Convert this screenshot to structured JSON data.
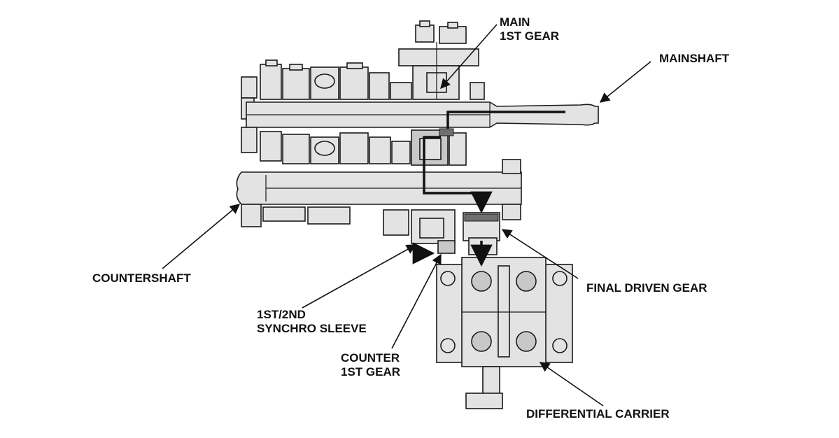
{
  "labels": {
    "main_1st_gear": [
      "MAIN",
      "1ST GEAR"
    ],
    "mainshaft": "MAINSHAFT",
    "countershaft": "COUNTERSHAFT",
    "final_driven_gear": "FINAL DRIVEN GEAR",
    "synchro_sleeve": [
      "1ST/2ND",
      "SYNCHRO SLEEVE"
    ],
    "counter_1st_gear": [
      "COUNTER",
      "1ST GEAR"
    ],
    "differential_carrier": "DIFFERENTIAL CARRIER"
  },
  "colors": {
    "ink": "#111111",
    "part_fill": "#e3e3e3",
    "part_shade": "#c8c8c8",
    "highlight": "#6f6f6f"
  }
}
